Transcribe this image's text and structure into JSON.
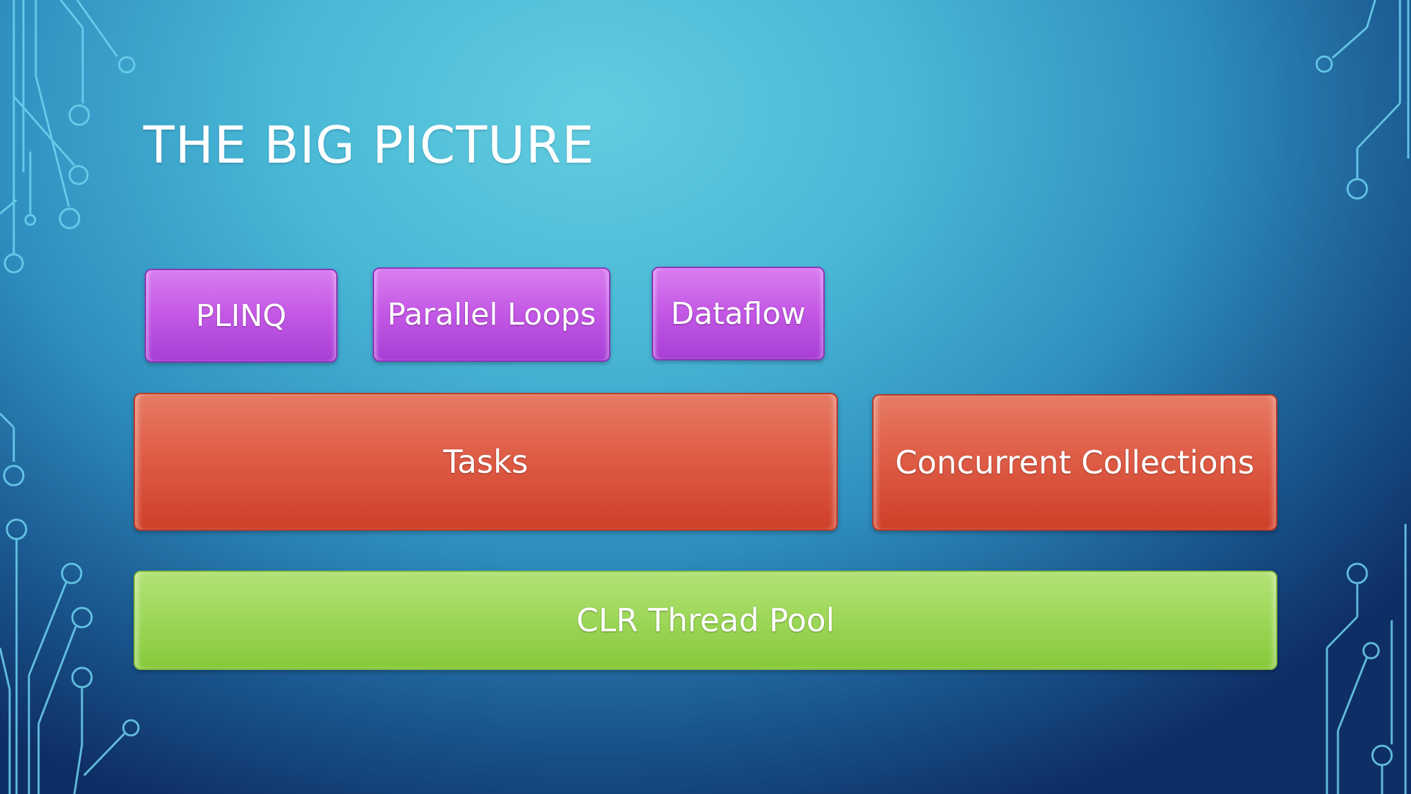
{
  "slide": {
    "title": "THE BIG PICTURE"
  },
  "diagram": {
    "top_row": [
      {
        "label": "PLINQ"
      },
      {
        "label": "Parallel Loops"
      },
      {
        "label": "Dataflow"
      }
    ],
    "middle_row": [
      {
        "label": "Tasks"
      },
      {
        "label": "Concurrent Collections"
      }
    ],
    "bottom_row": [
      {
        "label": "CLR Thread Pool"
      }
    ]
  },
  "colors": {
    "purple_box": "#c55ae6",
    "red_box": "#e0604a",
    "green_box": "#9fd85a",
    "circuit_lines": "#6fd3f0"
  },
  "decorations": {
    "left_icon": "circuit-lines-icon",
    "right_icon": "circuit-lines-icon"
  }
}
